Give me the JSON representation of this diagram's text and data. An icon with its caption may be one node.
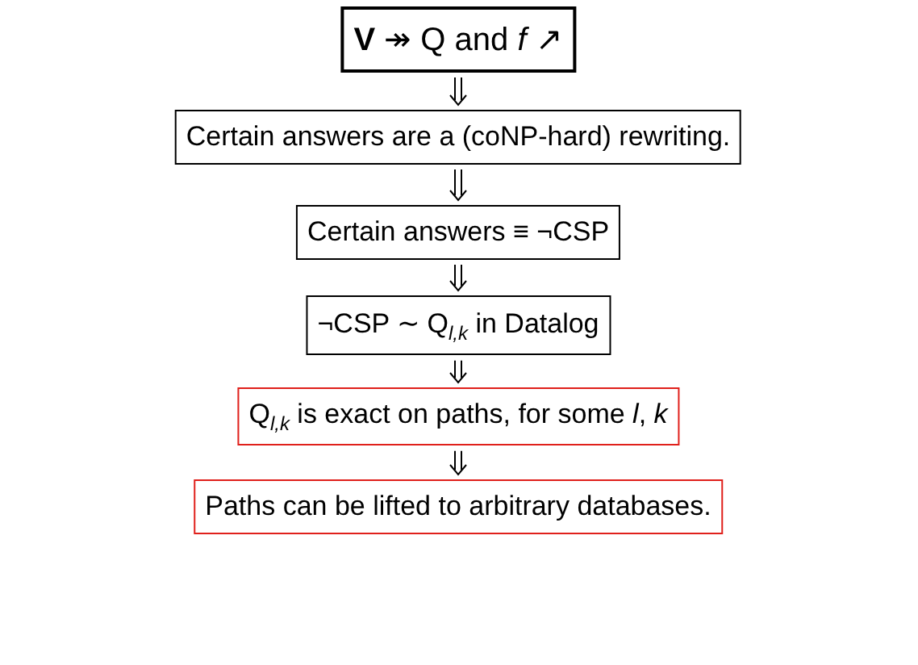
{
  "diagram": {
    "nodes": [
      {
        "text": [
          "**V** ↠ Q and *f* ↗"
        ]
      },
      {
        "text": [
          "Certain answers are a (coNP-hard) rewriting."
        ]
      },
      {
        "text": [
          "Certain answers ≡ ¬CSP"
        ]
      },
      {
        "text": [
          "¬CSP ∼ Q$_{l,k}$ in Datalog"
        ]
      },
      {
        "text": [
          "Q$_{l,k}$ is exact on paths, for some *l*, *k*"
        ]
      },
      {
        "text": [
          "Paths can be lifted to arbitrary databases."
        ]
      }
    ],
    "edges": [
      {
        "from": 0,
        "to": 1,
        "arrow": "to"
      },
      {
        "from": 1,
        "to": 2,
        "arrow": "to"
      },
      {
        "from": 2,
        "to": 3,
        "arrow": "to"
      },
      {
        "from": 3,
        "to": 4,
        "arrow": "to"
      },
      {
        "from": 4,
        "to": 5,
        "arrow": "to"
      }
    ]
  }
}
